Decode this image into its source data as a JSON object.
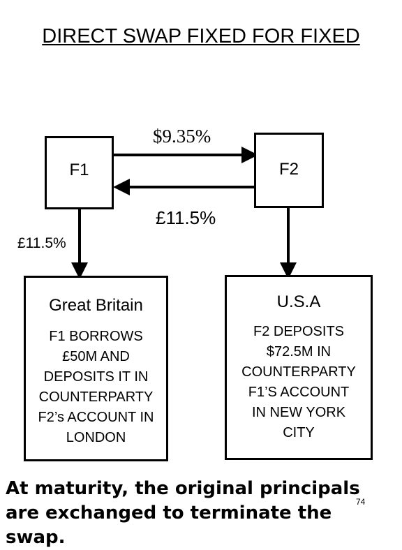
{
  "title": "DIRECT  SWAP FIXED FOR FIXED",
  "parties": {
    "left": "F1",
    "right": "F2"
  },
  "flows": {
    "f1_to_f2_rate": "$9.35%",
    "f2_to_f1_rate": "£11.5%",
    "f1_down_rate": "£11.5%"
  },
  "panels": {
    "left": {
      "heading": "Great Britain",
      "text": "F1 BORROWS\n£50M AND\nDEPOSITS IT IN\nCOUNTERPARTY\nF2’s ACCOUNT IN\nLONDON"
    },
    "right": {
      "heading": "U.S.A",
      "text": "F2  DEPOSITS\n$72.5M IN\nCOUNTERPARTY\nF1’S ACCOUNT\nIN NEW YORK\nCITY"
    }
  },
  "footer": "At maturity, the original principals are exchanged to terminate the swap.",
  "page_number": "74"
}
